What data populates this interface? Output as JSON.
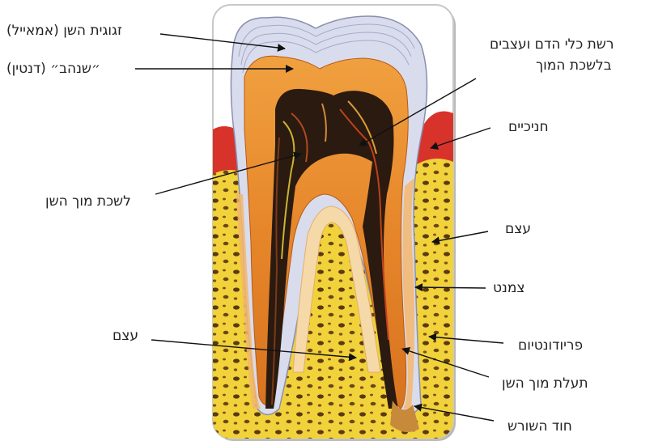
{
  "labels": {
    "enamel": "זגוגית השן (אמאייל)",
    "vessels_line1": "רשת כלי הדם ועצבים",
    "vessels_line2": "בלשכת המוך",
    "dentin": "״שנהב״ (דנטין)",
    "gums": "חניכיים",
    "pulp_chamber": "לשכת מוך השן",
    "bone_right": "עצם",
    "cement": "צמנט",
    "bone_left": "עצם",
    "periodontium": "פריודונטיום",
    "root_canal": "תעלת מוך השן",
    "apex": "חוד השורש"
  },
  "colors": {
    "enamel": "#cfd6ea",
    "dentin": "#e98a1f",
    "pulp": "#2a1a10",
    "gum": "#d8332b",
    "bone": "#f1d23a",
    "cement": "#f3b66c"
  }
}
